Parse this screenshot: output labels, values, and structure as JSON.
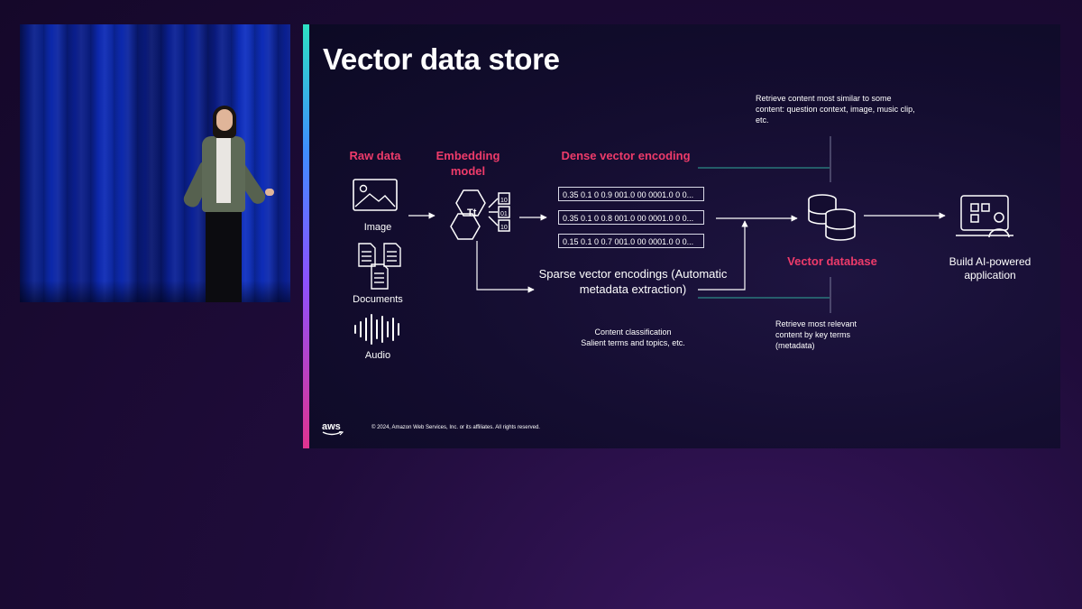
{
  "slide": {
    "title": "Vector data store",
    "columns": {
      "raw_data": "Raw data",
      "embedding_model": "Embedding model",
      "dense_encoding": "Dense vector encoding"
    },
    "inputs": [
      "Image",
      "Documents",
      "Audio"
    ],
    "dense_vectors": [
      "0.35 0.1 0 0.9 001.0 00 0001.0 0 0...",
      "0.35 0.1 0 0.8 001.0 00 0001.0 0 0...",
      "0.15 0.1 0 0.7 001.0 00 0001.0 0 0..."
    ],
    "sparse": {
      "label": "Sparse vector encodings (Automatic metadata extraction)",
      "notes": [
        "Content classification",
        "Salient terms and topics, etc."
      ]
    },
    "vector_database": "Vector database",
    "output": "Build AI-powered application",
    "retrieve_similar": "Retrieve content most similar to some content: question context, image, music clip, etc.",
    "retrieve_relevant": "Retrieve most relevant content by key terms (metadata)",
    "logo_text": "aws",
    "copyright": "© 2024, Amazon Web Services, Inc. or its affiliates. All rights reserved."
  },
  "colors": {
    "accent_red": "#ee3b6a",
    "line_teal": "#2fa89a",
    "text": "#ffffff"
  },
  "icons": [
    "image-icon",
    "documents-icon",
    "audio-waveform-icon",
    "embedding-model-icon",
    "vector-database-icon",
    "ai-application-icon"
  ]
}
